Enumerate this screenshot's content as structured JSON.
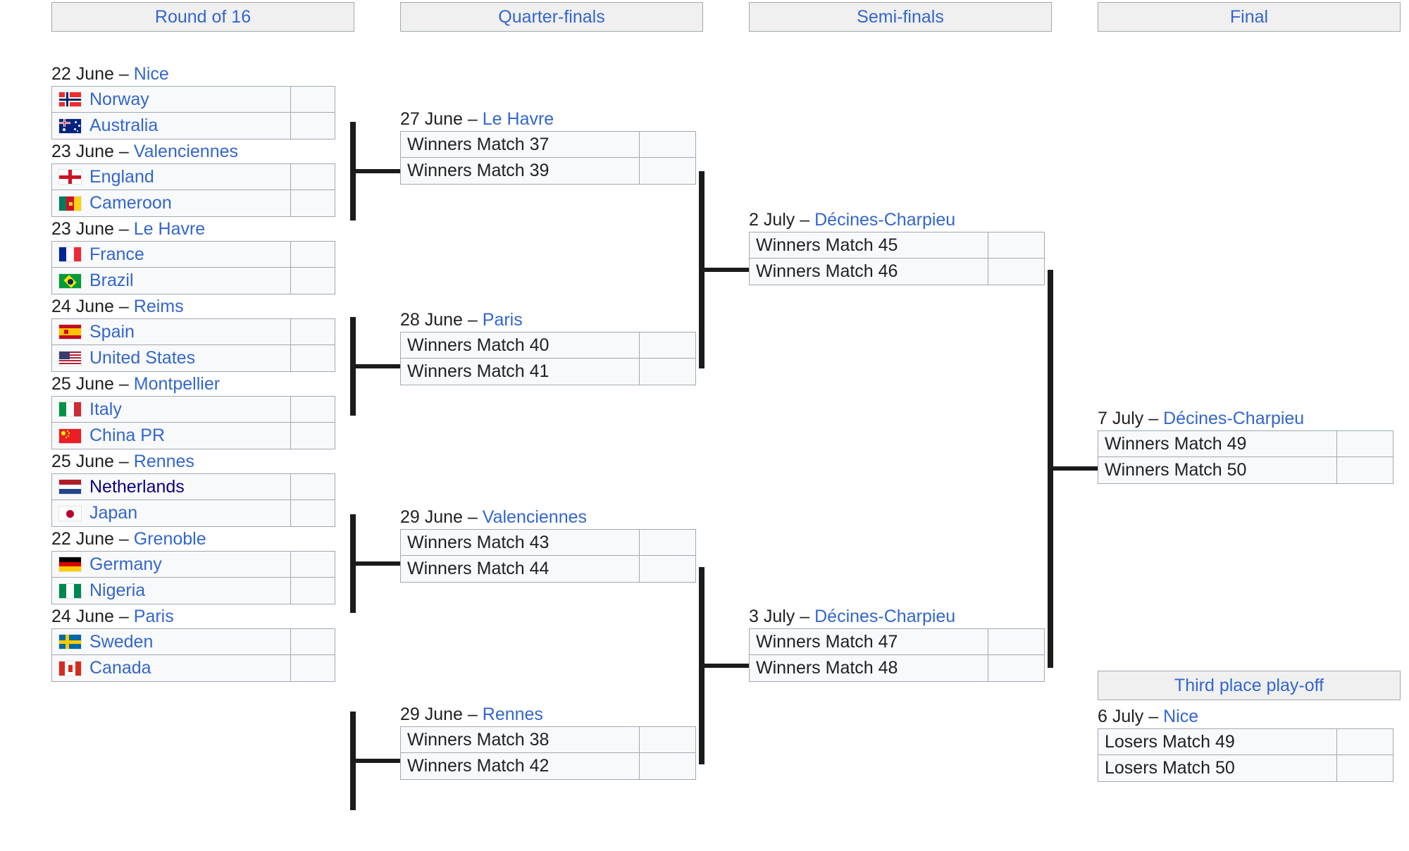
{
  "headers": {
    "r16": "Round of 16",
    "qf": "Quarter-finals",
    "sf": "Semi-finals",
    "final": "Final",
    "third": "Third place play-off"
  },
  "colors": {
    "link": "#3366cc",
    "visited_link": "#0b0080",
    "cell_bg": "#f8f9fa",
    "header_bg": "#f0f0f0",
    "border": "#a2a9b1",
    "connector": "#1b1b1b"
  },
  "round_of_16": [
    {
      "date": "22 June",
      "sep": " – ",
      "venue": "Nice",
      "teams": [
        {
          "name": "Norway",
          "flag": "norway",
          "score": ""
        },
        {
          "name": "Australia",
          "flag": "australia",
          "score": ""
        }
      ]
    },
    {
      "date": "23 June",
      "sep": " – ",
      "venue": "Valenciennes",
      "teams": [
        {
          "name": "England",
          "flag": "england",
          "score": ""
        },
        {
          "name": "Cameroon",
          "flag": "cameroon",
          "score": ""
        }
      ]
    },
    {
      "date": "23 June",
      "sep": " – ",
      "venue": "Le Havre",
      "teams": [
        {
          "name": "France",
          "flag": "france",
          "score": ""
        },
        {
          "name": "Brazil",
          "flag": "brazil",
          "score": ""
        }
      ]
    },
    {
      "date": "24 June",
      "sep": " – ",
      "venue": "Reims",
      "teams": [
        {
          "name": "Spain",
          "flag": "spain",
          "score": ""
        },
        {
          "name": "United States",
          "flag": "usa",
          "score": ""
        }
      ]
    },
    {
      "date": "25 June",
      "sep": " – ",
      "venue": "Montpellier",
      "teams": [
        {
          "name": "Italy",
          "flag": "italy",
          "score": ""
        },
        {
          "name": "China PR",
          "flag": "china",
          "score": ""
        }
      ]
    },
    {
      "date": "25 June",
      "sep": " – ",
      "venue": "Rennes",
      "teams": [
        {
          "name": "Netherlands",
          "flag": "netherlands",
          "score": "",
          "visited": true
        },
        {
          "name": "Japan",
          "flag": "japan",
          "score": ""
        }
      ]
    },
    {
      "date": "22 June",
      "sep": " – ",
      "venue": "Grenoble",
      "teams": [
        {
          "name": "Germany",
          "flag": "germany",
          "score": ""
        },
        {
          "name": "Nigeria",
          "flag": "nigeria",
          "score": ""
        }
      ]
    },
    {
      "date": "24 June",
      "sep": " – ",
      "venue": "Paris",
      "teams": [
        {
          "name": "Sweden",
          "flag": "sweden",
          "score": ""
        },
        {
          "name": "Canada",
          "flag": "canada",
          "score": ""
        }
      ]
    }
  ],
  "quarter_finals": [
    {
      "date": "27 June",
      "sep": " – ",
      "venue": "Le Havre",
      "teams": [
        {
          "name": "Winners Match 37",
          "score": ""
        },
        {
          "name": "Winners Match 39",
          "score": ""
        }
      ]
    },
    {
      "date": "28 June",
      "sep": " – ",
      "venue": "Paris",
      "teams": [
        {
          "name": "Winners Match 40",
          "score": ""
        },
        {
          "name": "Winners Match 41",
          "score": ""
        }
      ]
    },
    {
      "date": "29 June",
      "sep": " – ",
      "venue": "Valenciennes",
      "teams": [
        {
          "name": "Winners Match 43",
          "score": ""
        },
        {
          "name": "Winners Match 44",
          "score": ""
        }
      ]
    },
    {
      "date": "29 June",
      "sep": " – ",
      "venue": "Rennes",
      "teams": [
        {
          "name": "Winners Match 38",
          "score": ""
        },
        {
          "name": "Winners Match 42",
          "score": ""
        }
      ]
    }
  ],
  "semi_finals": [
    {
      "date": "2 July",
      "sep": " – ",
      "venue": "Décines-Charpieu",
      "teams": [
        {
          "name": "Winners Match 45",
          "score": ""
        },
        {
          "name": "Winners Match 46",
          "score": ""
        }
      ]
    },
    {
      "date": "3 July",
      "sep": " – ",
      "venue": "Décines-Charpieu",
      "teams": [
        {
          "name": "Winners Match 47",
          "score": ""
        },
        {
          "name": "Winners Match 48",
          "score": ""
        }
      ]
    }
  ],
  "final": {
    "date": "7 July",
    "sep": " – ",
    "venue": "Décines-Charpieu",
    "teams": [
      {
        "name": "Winners Match 49",
        "score": ""
      },
      {
        "name": "Winners Match 50",
        "score": ""
      }
    ]
  },
  "third_place": {
    "date": "6 July",
    "sep": " – ",
    "venue": "Nice",
    "teams": [
      {
        "name": "Losers Match 49",
        "score": ""
      },
      {
        "name": "Losers Match 50",
        "score": ""
      }
    ]
  }
}
